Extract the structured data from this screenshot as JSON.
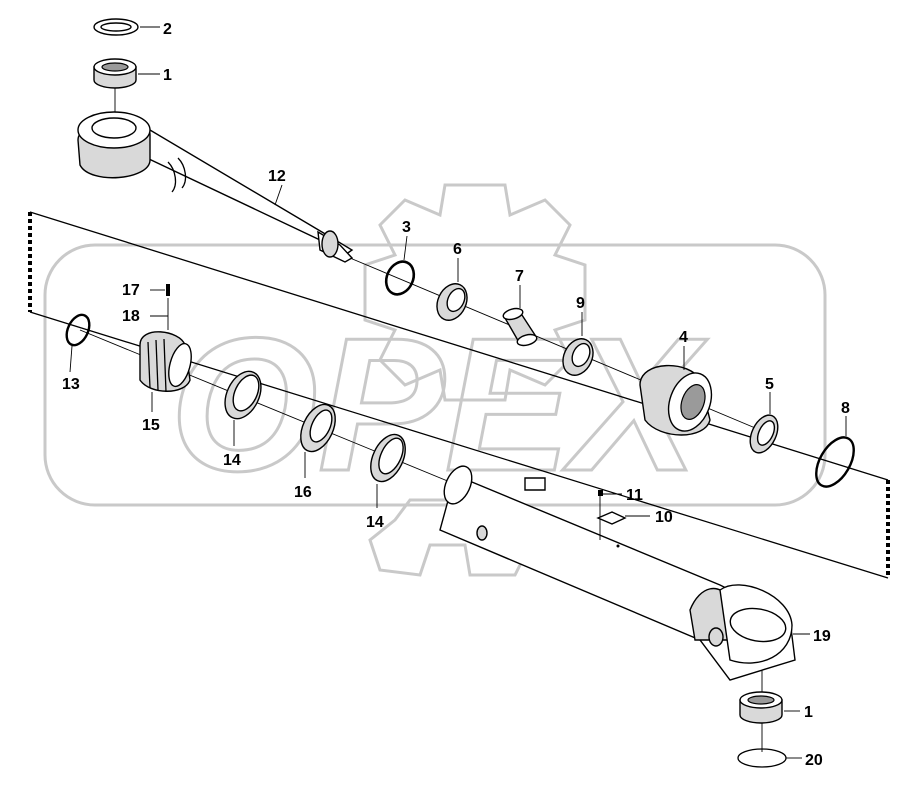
{
  "watermark": {
    "text": "OPEX"
  },
  "labels": {
    "p1_top": "1",
    "p2": "2",
    "p3": "3",
    "p4": "4",
    "p5": "5",
    "p6": "6",
    "p7": "7",
    "p8": "8",
    "p9": "9",
    "p10": "10",
    "p11": "11",
    "p12": "12",
    "p13": "13",
    "p14_a": "14",
    "p14_b": "14",
    "p15": "15",
    "p16": "16",
    "p17": "17",
    "p18": "18",
    "p19": "19",
    "p1_bottom": "1",
    "p20": "20"
  }
}
